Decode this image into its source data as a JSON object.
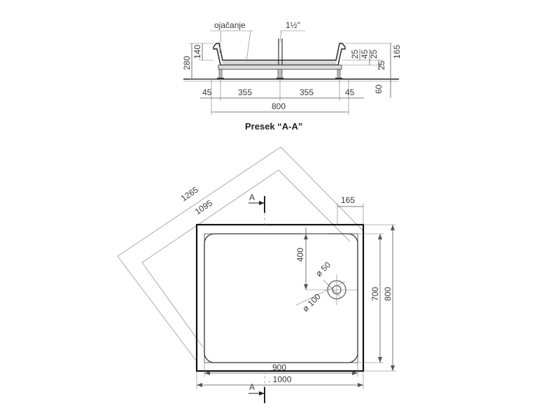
{
  "section": {
    "title": "Presek “A-A”",
    "reinforcement_label": "ojačanje",
    "drain_size_label": "1½\"",
    "dims_bottom": [
      "45",
      "355",
      "355",
      "45"
    ],
    "dim_total_width": "800",
    "dims_left": [
      "280",
      "140"
    ],
    "dims_right": [
      "25",
      "45",
      "25",
      "25",
      "165",
      "60"
    ]
  },
  "plan": {
    "section_marker": "A",
    "diag_outer": "1265",
    "diag_inner": "1095",
    "offset_top": "165",
    "drain_offset": "400",
    "drain_inner_dia": "ø 50",
    "drain_outer_dia": "ø 100",
    "inner_width": "900",
    "outer_width": ". 1000",
    "inner_depth": "700",
    "outer_depth": "800"
  }
}
